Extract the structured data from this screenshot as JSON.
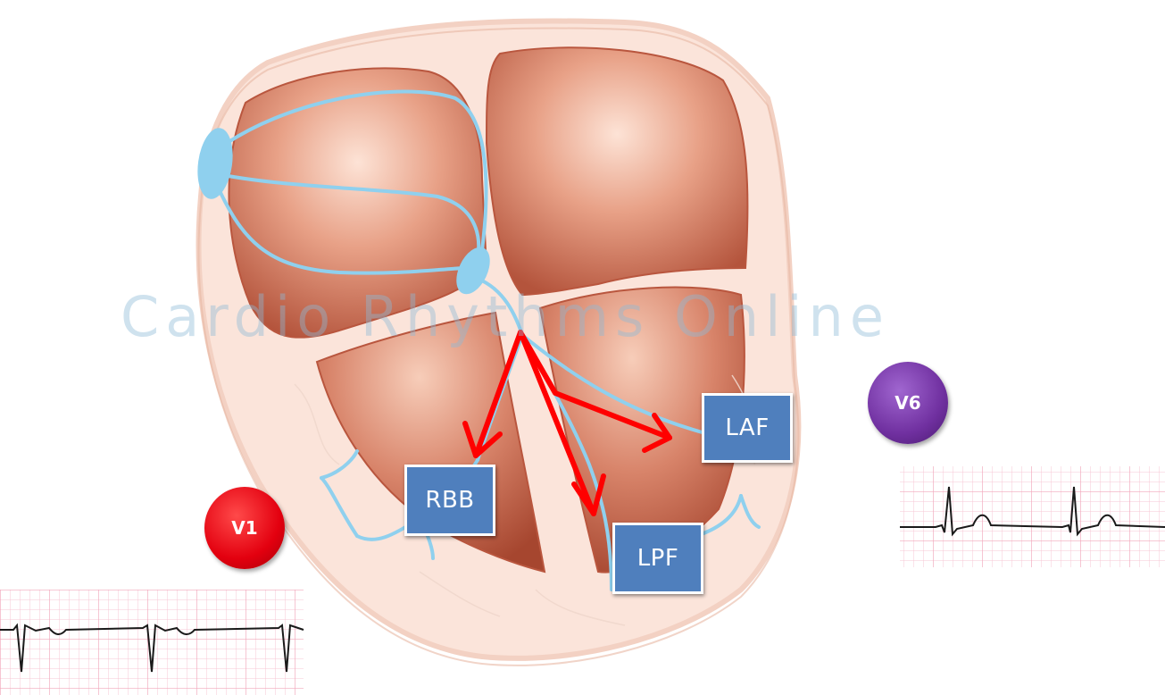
{
  "watermark": "Cardio Rhythms Online",
  "labels": {
    "rbb": "RBB",
    "laf": "LAF",
    "lpf": "LPF"
  },
  "leads": {
    "v1": {
      "label": "V1",
      "color": "#e3000f"
    },
    "v6": {
      "label": "V6",
      "color": "#7030a0"
    }
  },
  "colors": {
    "conduction": "#8fd0ee",
    "arrows": "#ff0000",
    "label_box": "#4f7fbd",
    "myocardium": "#c05a42",
    "ecg_grid": "#f4b9c9"
  }
}
